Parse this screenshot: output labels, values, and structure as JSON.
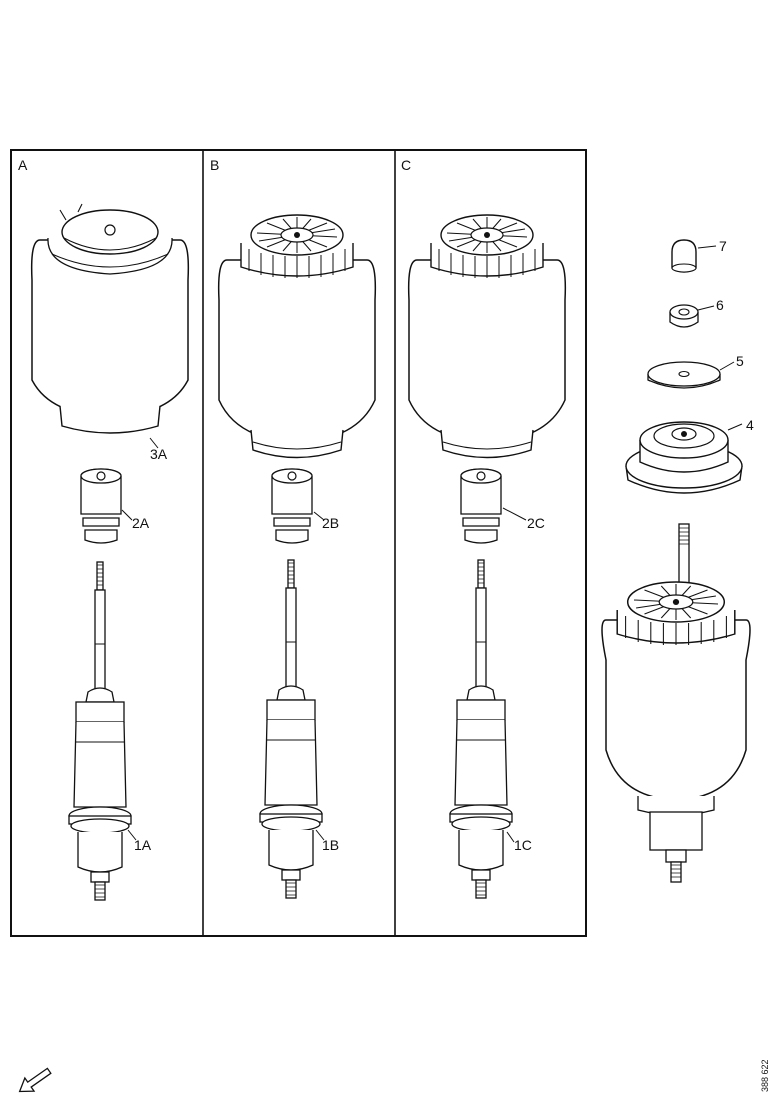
{
  "diagram": {
    "panels": [
      {
        "id": "A",
        "label": "A",
        "callouts": {
          "air_spring": "3A",
          "bump_stop": "2A",
          "damper": "1A"
        }
      },
      {
        "id": "B",
        "label": "B",
        "callouts": {
          "bump_stop": "2B",
          "damper": "1B"
        }
      },
      {
        "id": "C",
        "label": "C",
        "callouts": {
          "bump_stop": "2C",
          "damper": "1C"
        }
      }
    ],
    "assembly_callouts": {
      "cap": "7",
      "nut": "6",
      "washer": "5",
      "top_mount": "4"
    },
    "reference_number": "388 622",
    "orientation_icon": "front-arrow-icon"
  }
}
